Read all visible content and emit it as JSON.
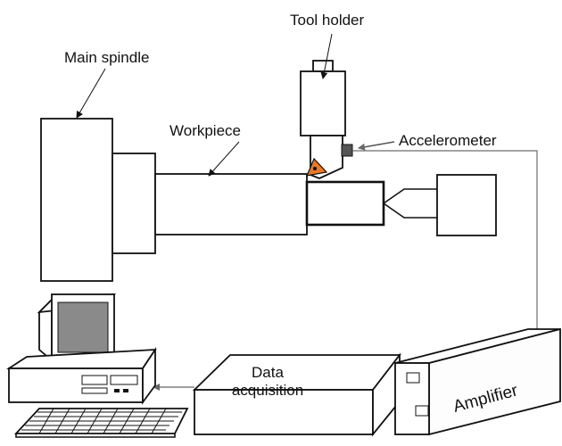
{
  "labels": {
    "tool_holder": "Tool holder",
    "main_spindle": "Main spindle",
    "workpiece": "Workpiece",
    "accelerometer": "Accelerometer",
    "data_acquisition_line1": "Data",
    "data_acquisition_line2": "acquisition",
    "amplifier": "Amplifier"
  },
  "colors": {
    "insert": "#e8782a",
    "sensor": "#555555",
    "wire": "#6e6e6e",
    "screen": "#8a8a8a"
  }
}
